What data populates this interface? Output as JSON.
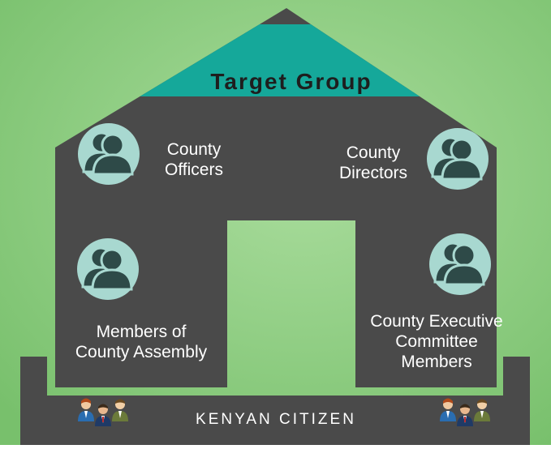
{
  "title": "Target Group",
  "groups": {
    "county_officers": [
      "County",
      "Officers"
    ],
    "county_directors": [
      "County",
      "Directors"
    ],
    "members_county_assembly": [
      "Members of",
      "County Assembly"
    ],
    "cec_members": [
      "County Executive",
      "Committee",
      "Members"
    ]
  },
  "footer": "KENYAN CITIZEN",
  "colors": {
    "background": "#8fcf84",
    "house": "#4a4a4a",
    "roof_band": "#15a89a",
    "avatar_circle": "#a8d8d0",
    "avatar_figure": "#2e4a48",
    "text": "#ffffff"
  },
  "icons": {
    "group_avatar": "user-group-icon",
    "citizens": "people-group-icon"
  }
}
